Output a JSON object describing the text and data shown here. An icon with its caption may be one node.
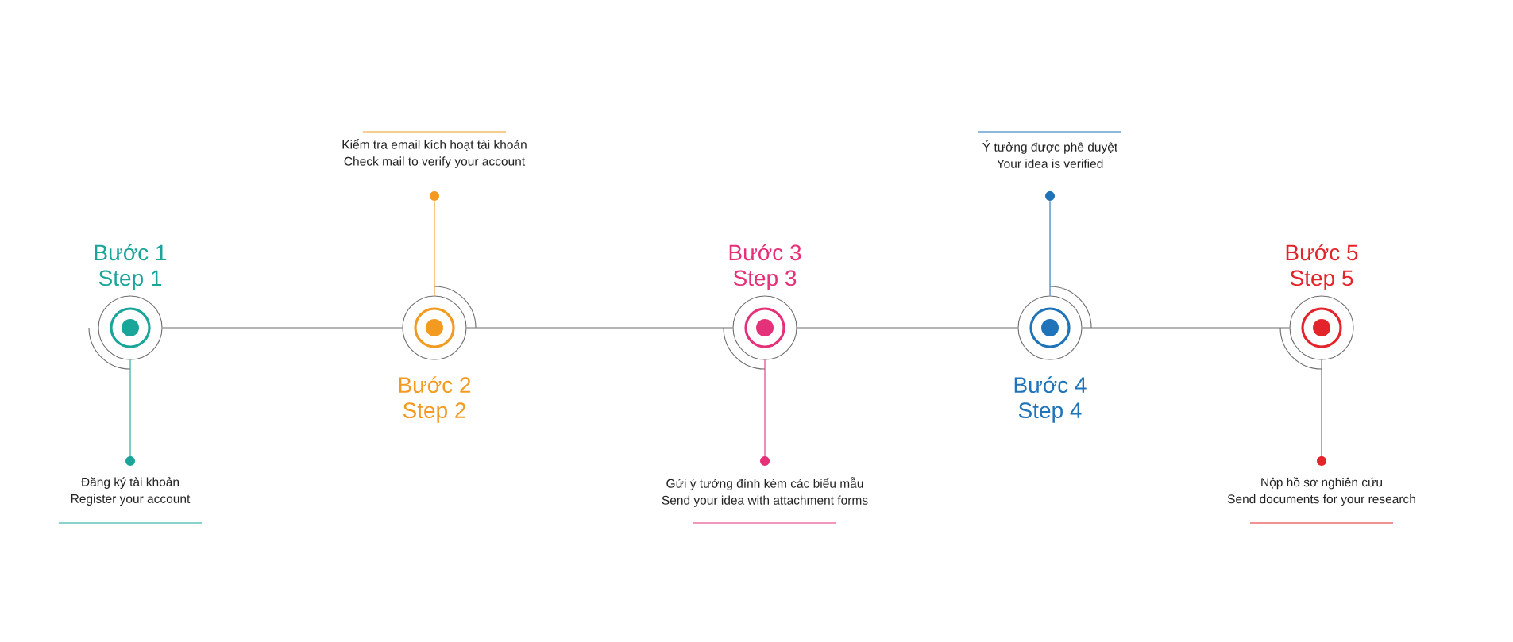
{
  "diagram": {
    "nodes": [
      {
        "text": [
          "Bước 1",
          "Step 1"
        ]
      },
      {
        "text": [],
        "shape": "circle",
        "beside": [
          "Đăng ký tài khoản",
          "Register your account"
        ]
      },
      {
        "text": [
          "Bước 2",
          "Step 2"
        ]
      },
      {
        "text": [],
        "shape": "circle",
        "beside": [
          "Kiểm tra email kích hoạt tài khoản",
          "Check mail to verify your account"
        ]
      },
      {
        "text": [
          "Bước 3",
          "Step 3"
        ]
      },
      {
        "text": [],
        "shape": "circle",
        "beside": [
          "Gửi ý tưởng đính kèm các biểu mẫu",
          "Send your idea with attachment forms"
        ]
      },
      {
        "text": [
          "Bước 4",
          "Step 4"
        ]
      },
      {
        "text": [],
        "shape": "circle",
        "beside": [
          "Ý tưởng được phê duyệt",
          "Your idea is verified"
        ]
      },
      {
        "text": [
          "Bước 5",
          "Step 5"
        ]
      },
      {
        "text": [],
        "shape": "circle",
        "beside": [
          "Nộp hồ sơ nghiên cứu",
          "Send documents for your research"
        ]
      }
    ],
    "edges": [
      {
        "from": 0,
        "to": 2,
        "arrow": "none"
      },
      {
        "from": 2,
        "to": 4,
        "arrow": "none"
      },
      {
        "from": 4,
        "to": 6,
        "arrow": "none"
      },
      {
        "from": 6,
        "to": 8,
        "arrow": "none"
      },
      {
        "from": 0,
        "to": 1,
        "arrow": "none",
        "color": "#1aa59a"
      },
      {
        "from": 2,
        "to": 3,
        "arrow": "none",
        "color": "#f39a21"
      },
      {
        "from": 4,
        "to": 5,
        "arrow": "none",
        "color": "#e5307a"
      },
      {
        "from": 6,
        "to": 7,
        "arrow": "none",
        "color": "#1f73b8"
      },
      {
        "from": 8,
        "to": 9,
        "arrow": "none",
        "color": "#e3242b"
      }
    ]
  }
}
